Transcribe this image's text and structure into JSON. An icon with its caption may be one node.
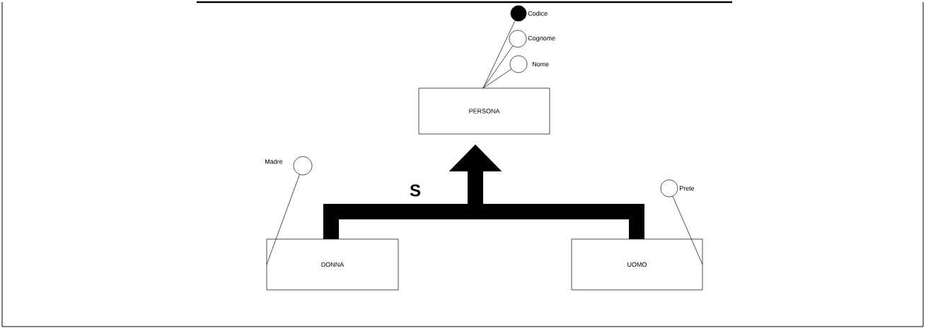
{
  "diagram": {
    "nodes": [
      {
        "text": [
          "PERSONA"
        ]
      },
      {
        "text": [
          "DONNA"
        ]
      },
      {
        "text": [
          "UOMO"
        ]
      },
      {
        "text": [],
        "shape": "dot",
        "beside": [
          "Codice"
        ]
      },
      {
        "text": [],
        "shape": "circle",
        "beside": [
          "Cognome"
        ]
      },
      {
        "text": [],
        "shape": "circle",
        "beside": [
          "Nome"
        ]
      },
      {
        "text": [],
        "shape": "circle",
        "beside": [
          "Madre"
        ]
      },
      {
        "text": [],
        "shape": "circle",
        "beside": [
          "Prete"
        ]
      }
    ],
    "edges": [
      {
        "from": 3,
        "to": 0,
        "arrow": "none"
      },
      {
        "from": 4,
        "to": 0,
        "arrow": "none"
      },
      {
        "from": 5,
        "to": 0,
        "arrow": "none"
      },
      {
        "from": 6,
        "to": 1,
        "arrow": "none"
      },
      {
        "from": 7,
        "to": 2,
        "arrow": "none"
      },
      {
        "from": 1,
        "to": 0,
        "arrow": "to",
        "style": "thick"
      },
      {
        "from": 2,
        "to": 0,
        "arrow": "to",
        "style": "thick"
      }
    ],
    "labels": [
      "S"
    ]
  }
}
